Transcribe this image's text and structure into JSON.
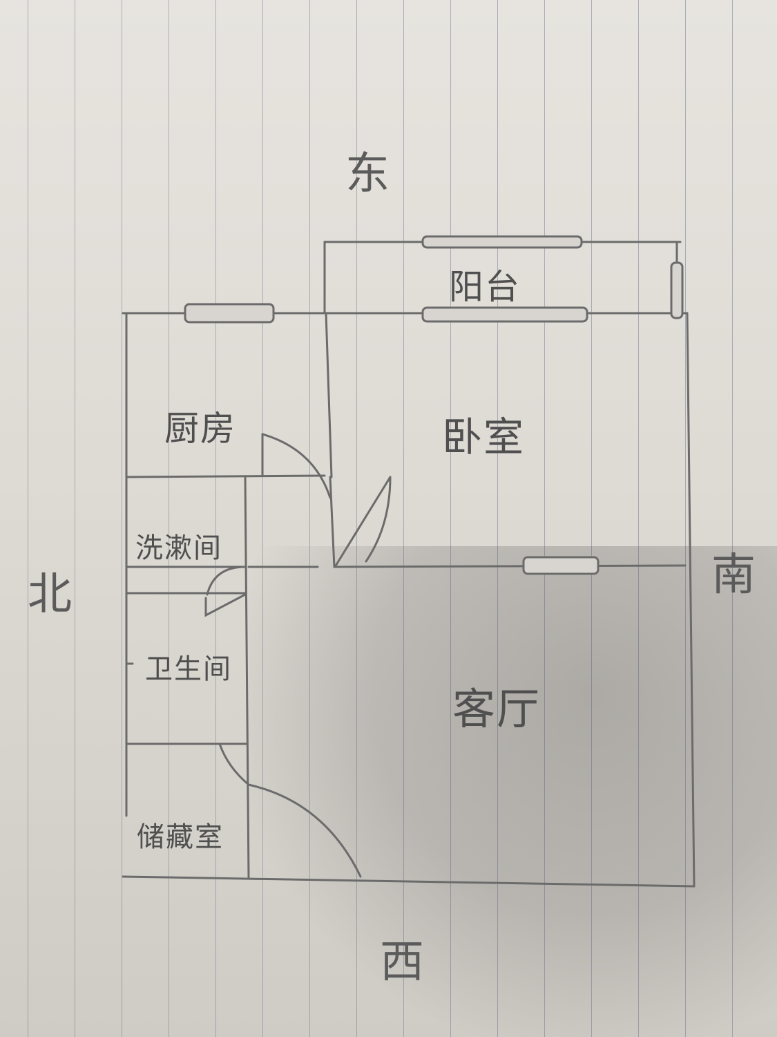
{
  "compass": {
    "east": "东",
    "west": "西",
    "north": "北",
    "south": "南"
  },
  "rooms": {
    "balcony": "阳台",
    "bedroom": "卧室",
    "kitchen": "厨房",
    "laundry": "洗漱间",
    "bathroom": "卫生间",
    "living_room": "客厅",
    "storage": "储藏室"
  },
  "colors": {
    "pencil": "#6b6b6b",
    "paper": "#e4e1dc",
    "grid_line": "#8a93a6"
  }
}
